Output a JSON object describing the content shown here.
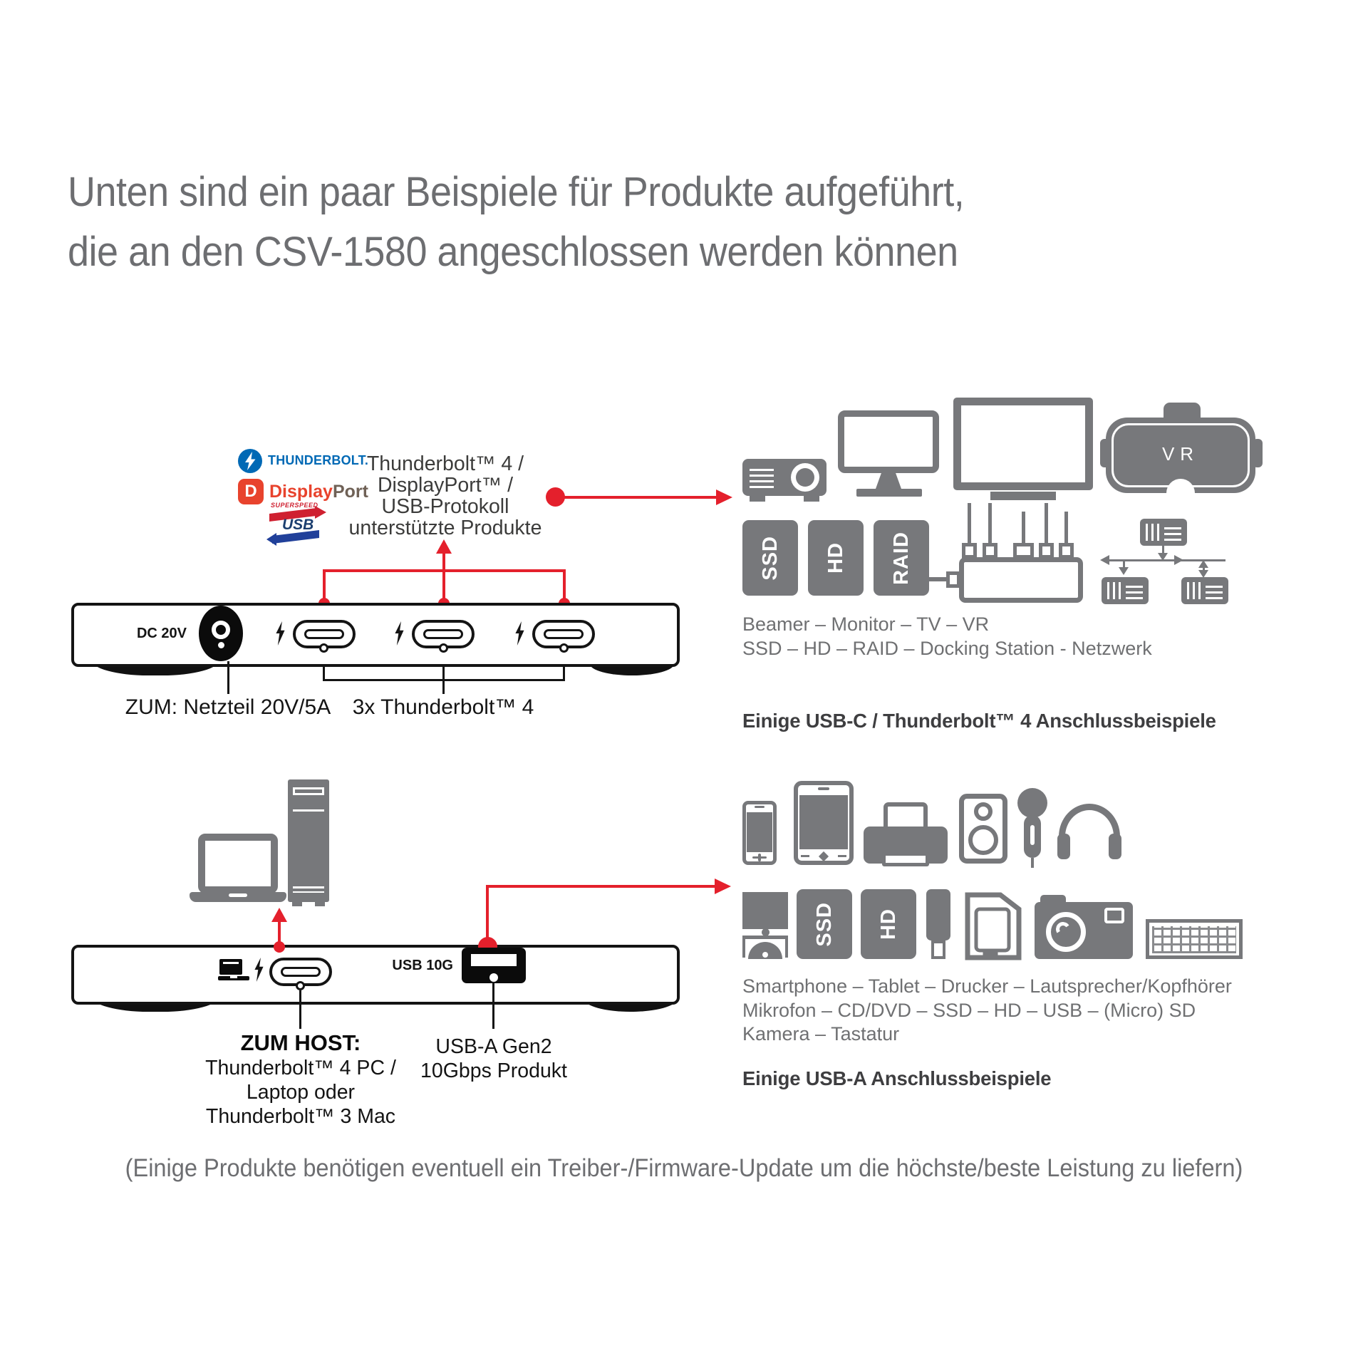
{
  "title": {
    "line1": "Unten sind ein paar Beispiele für Produkte aufgeführt,",
    "line2": "die an den CSV-1580 angeschlossen werden können"
  },
  "logos": {
    "thunderbolt": "THUNDERBOLT.",
    "displayport": {
      "display": "Display",
      "port": "Port"
    },
    "usb_superspeed": "SUPERSPEED",
    "usb": "USB"
  },
  "top": {
    "protocol": [
      "Thunderbolt™ 4 /",
      "DisplayPort™ /",
      "USB-Protokoll",
      "unterstützte Produkte"
    ],
    "dc_label": "DC 20V",
    "power_label": "ZUM: Netzteil 20V/5A",
    "tb_label": "3x Thunderbolt™ 4",
    "vr": "VR",
    "drives": [
      "SSD",
      "HD",
      "RAID"
    ],
    "caption1": "Beamer – Monitor – TV – VR",
    "caption2": "SSD – HD – RAID – Docking Station - Netzwerk",
    "subcaption": "Einige USB-C / Thunderbolt™ 4 Anschlussbeispiele"
  },
  "bottom": {
    "usb10g": "USB 10G",
    "host": {
      "title": "ZUM HOST:",
      "lines": [
        "Thunderbolt™ 4 PC /",
        "Laptop oder",
        "Thunderbolt™ 3 Mac"
      ]
    },
    "usb_label": [
      "USB-A Gen2",
      "10Gbps Produkt"
    ],
    "drives": [
      "SSD",
      "HD"
    ],
    "caption1": "Smartphone – Tablet – Drucker – Lautsprecher/Kopfhörer",
    "caption2": "Mikrofon – CD/DVD – SSD – HD – USB – (Micro) SD",
    "caption3": "Kamera – Tastatur",
    "subcaption": "Einige USB-A Anschlussbeispiele"
  },
  "footer": "(Einige Produkte benötigen eventuell ein Treiber-/Firmware-Update um die höchste/beste Leistung zu liefern)",
  "colors": {
    "accent_red": "#e4202c",
    "icon_gray": "#77787b",
    "thunderbolt_blue": "#0069b5",
    "displayport_red": "#e8432d",
    "usb_navy": "#1b3e6f",
    "text_gray": "#6d6e71",
    "text_dark": "#3c3c3b"
  }
}
